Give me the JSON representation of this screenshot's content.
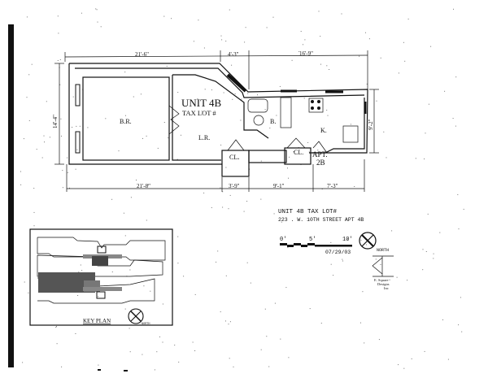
{
  "floor_plan": {
    "unit_label": "UNIT 4B",
    "tax_lot_label": "TAX LOT #",
    "rooms": {
      "bedroom": "B.R.",
      "living_room": "L.R.",
      "bath": "B.",
      "kitchen": "K.",
      "closet_1": "CL.",
      "closet_2": "CL.",
      "apt_neighbor_line1": "APT.",
      "apt_neighbor_line2": "2B"
    },
    "dimensions": {
      "top_left": "21'-6\"",
      "top_middle": "4'-3\"",
      "top_right": "16'-9\"",
      "left_height": "14'-4\"",
      "right_height": "9'-2\"",
      "bottom_left": "21'-8\"",
      "bottom_2": "3'-9\"",
      "bottom_3": "9'-1\"",
      "bottom_4": "7'-3\""
    }
  },
  "title_block": {
    "line1": "UNIT 4B TAX LOT#",
    "line2": "223 . W. 10TH STREET APT 4B",
    "scale_0": "0'",
    "scale_5": "5'",
    "scale_10": "10'",
    "date": "07/29/03",
    "north_label": "NORTH",
    "firm_line1": "E. Square",
    "firm_line2": "Designs",
    "firm_line3": "Inc"
  },
  "key_plan": {
    "label": "KEY PLAN",
    "north_label": "NORTH"
  }
}
